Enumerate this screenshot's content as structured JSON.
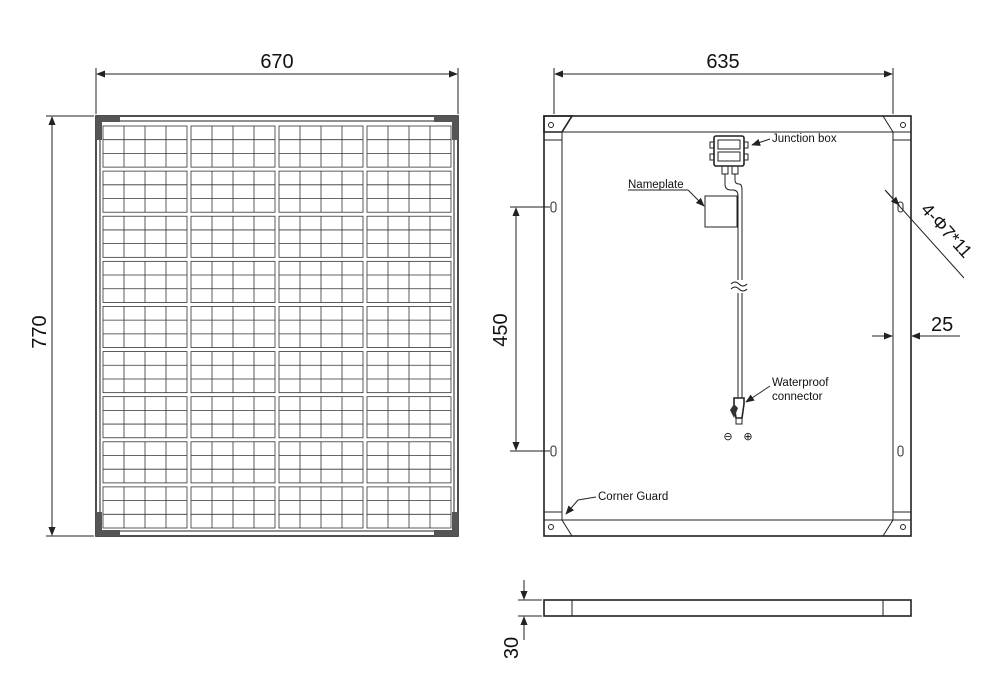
{
  "dimensions": {
    "front_width": "670",
    "front_height": "770",
    "back_width": "635",
    "hole_spacing": "450",
    "mounting_holes": "4-Φ7*11",
    "frame_edge": "25",
    "thickness": "30"
  },
  "labels": {
    "junction_box": "Junction box",
    "nameplate": "Nameplate",
    "waterproof_connector_line1": "Waterproof",
    "waterproof_connector_line2": "connector",
    "corner_guard": "Corner Guard"
  },
  "polarity": {
    "negative": "⊖",
    "positive": "⊕"
  },
  "panel": {
    "cell_columns": 4,
    "cell_rows": 9
  },
  "colors": {
    "line": "#222222",
    "background": "#ffffff"
  }
}
